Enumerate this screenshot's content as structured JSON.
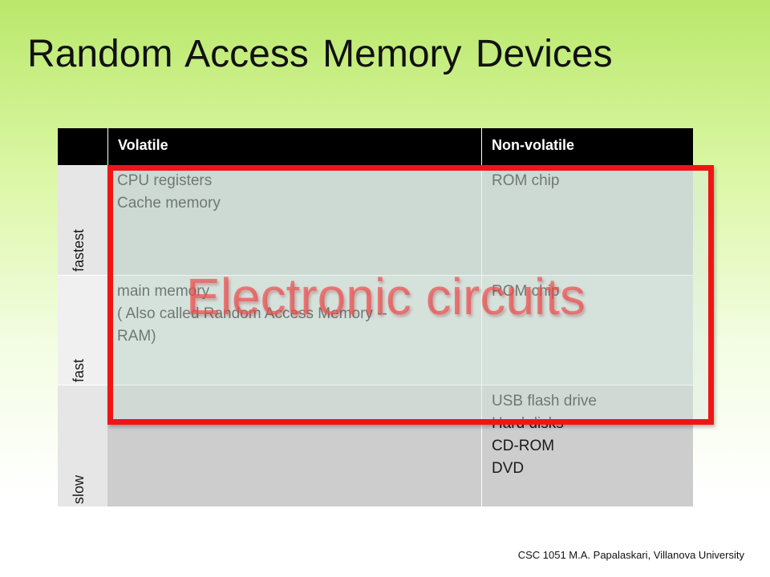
{
  "title": "Random Access Memory Devices",
  "table": {
    "headers": [
      "",
      "Volatile",
      "Non-volatile"
    ],
    "rows": [
      {
        "label": "fastest",
        "volatile": [
          "CPU registers",
          "Cache memory"
        ],
        "nonvolatile": [
          "ROM chip"
        ]
      },
      {
        "label": "fast",
        "volatile": [
          "main memory",
          "( Also called Random Access Memory --",
          "RAM)"
        ],
        "nonvolatile": [
          "ROM chip"
        ]
      },
      {
        "label": "slow",
        "volatile": [],
        "nonvolatile": [
          "USB flash drive",
          "Hard disks",
          "CD-ROM",
          "DVD"
        ]
      }
    ]
  },
  "overlay_label": "Electronic circuits",
  "footer": "CSC 1051 M.A. Papalaskari, Villanova University",
  "colors": {
    "header_bg": "#000000",
    "row_dark": "#c7cfcb",
    "row_light": "#d4dcd8",
    "label_col": "#e8e8e8",
    "highlight_border": "#f01515"
  }
}
